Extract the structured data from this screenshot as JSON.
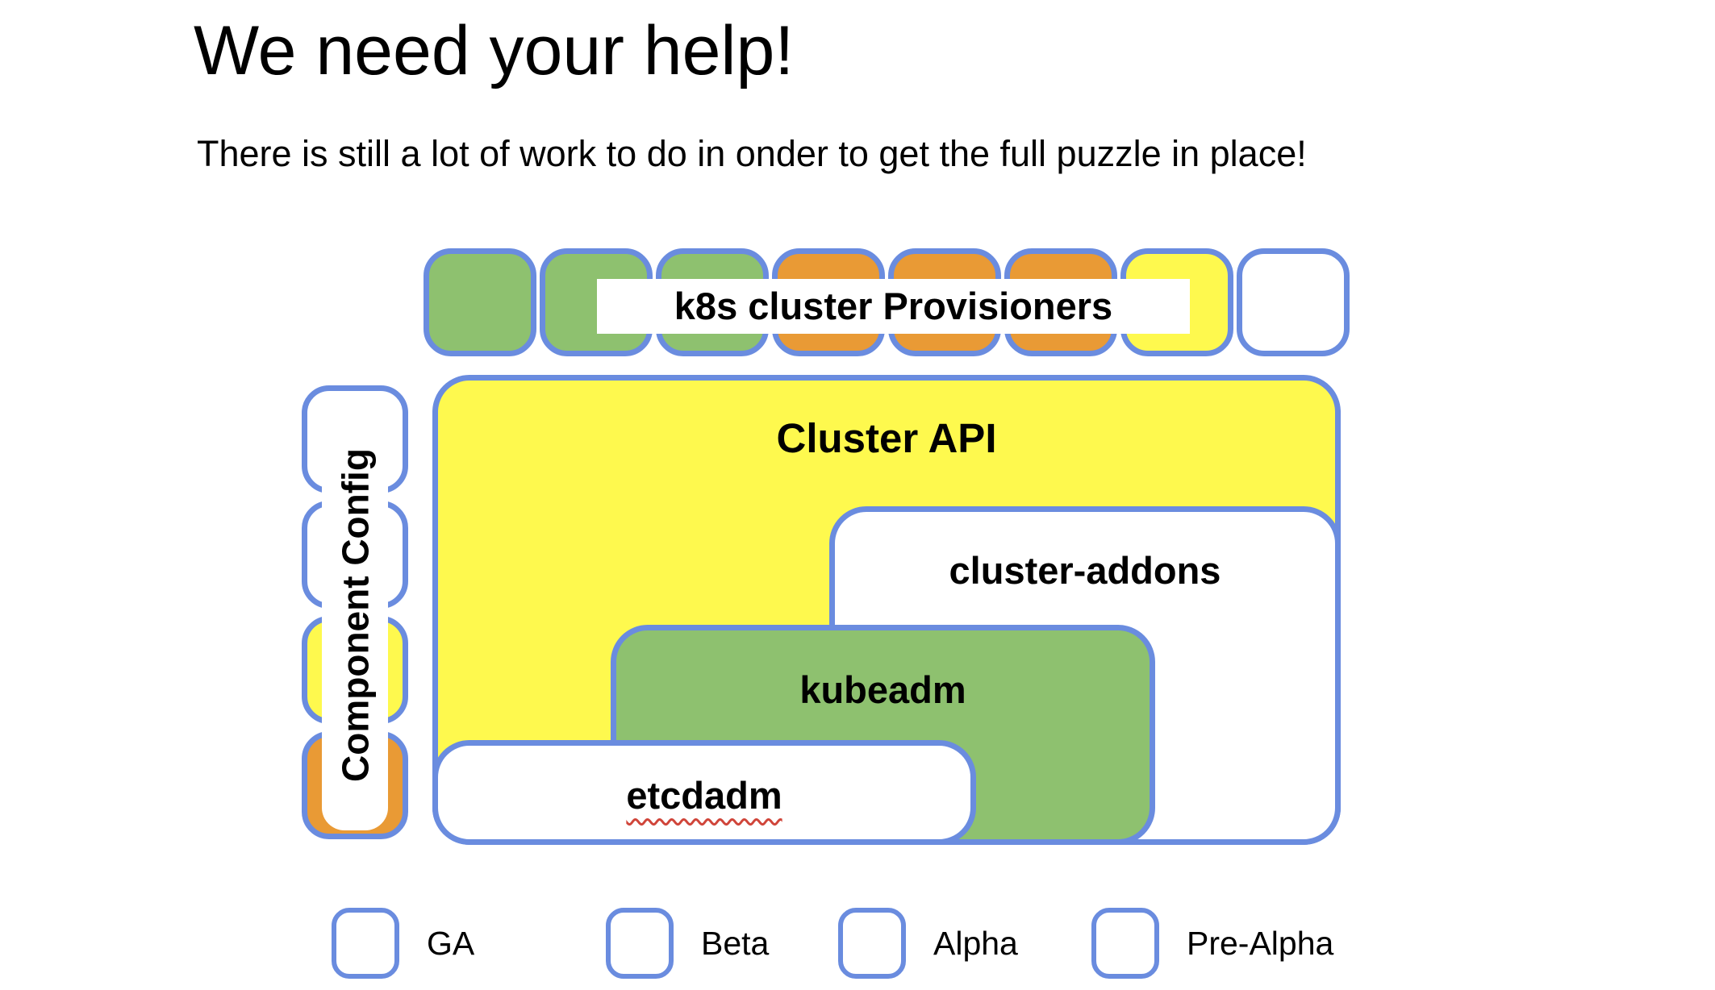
{
  "page": {
    "title": "We need your help!",
    "subtitle": "There is still a lot of work to do in onder to get the full puzzle in place!"
  },
  "colors": {
    "ga": "#8EC16F",
    "beta": "#E99A35",
    "alpha": "#FEF94E",
    "prealpha": "#FFFFFF",
    "border": "#6A8CDF",
    "red": "#D0453A"
  },
  "provisioners": {
    "label": "k8s cluster Provisioners",
    "squares": [
      "ga",
      "ga",
      "ga",
      "beta",
      "beta",
      "beta",
      "alpha",
      "prealpha"
    ]
  },
  "component_config": {
    "label": "Component Config",
    "squares": [
      "prealpha",
      "prealpha",
      "alpha",
      "beta"
    ]
  },
  "boxes": {
    "cluster_api": {
      "label": "Cluster API",
      "status": "alpha"
    },
    "cluster_addons": {
      "label": "cluster-addons",
      "status": "prealpha"
    },
    "kubeadm": {
      "label": "kubeadm",
      "status": "ga"
    },
    "etcdadm": {
      "label": "etcdadm",
      "status": "prealpha",
      "spellcheck_underline": true
    }
  },
  "legend": [
    {
      "label": "GA",
      "status": "ga"
    },
    {
      "label": "Beta",
      "status": "beta"
    },
    {
      "label": "Alpha",
      "status": "alpha"
    },
    {
      "label": "Pre-Alpha",
      "status": "prealpha"
    }
  ]
}
